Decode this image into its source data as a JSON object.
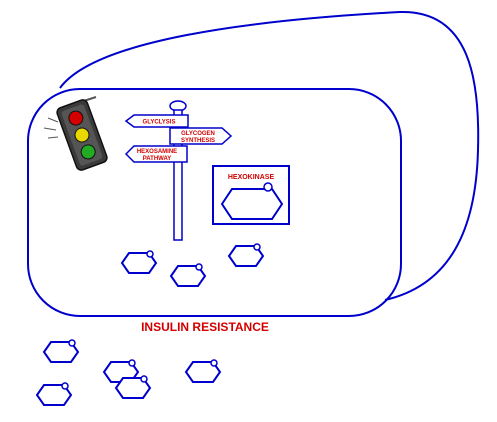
{
  "colors": {
    "outline": "#0000cc",
    "label": "#d40000",
    "light_red": "#d40000",
    "light_yellow": "#e8d800",
    "light_green": "#22aa22",
    "light_body": "#3a3a3a"
  },
  "signpost": {
    "glycolysis": "GLYCLYSIS",
    "glycogen_line1": "GLYCOGEN",
    "glycogen_line2": "SYNTHESIS",
    "hexosamine_line1": "HEXOSAMINE",
    "hexosamine_line2": "PATHWAY"
  },
  "hexokinase": {
    "label": "HEXOKINASE"
  },
  "caption": "INSULIN RESISTANCE",
  "icons": {
    "traffic_light": "traffic-light-icon",
    "signpost": "signpost-icon",
    "glucose_molecule": "hexagon-molecule-icon"
  }
}
